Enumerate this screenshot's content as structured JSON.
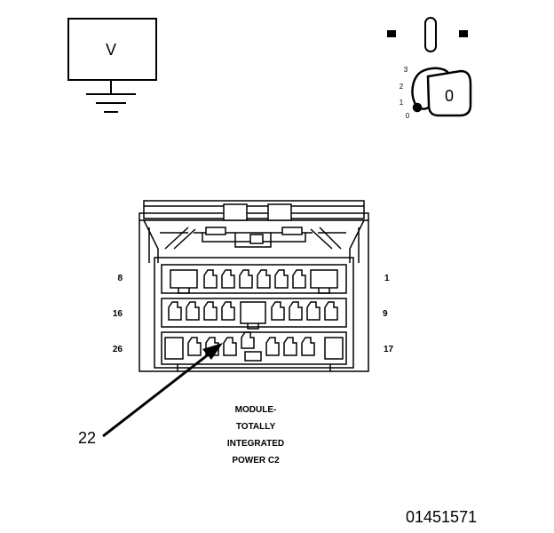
{
  "voltmeter": {
    "symbol": "V"
  },
  "ignition": {
    "positions": [
      "3",
      "2",
      "1",
      "0"
    ],
    "key_label": "0"
  },
  "connector": {
    "pin_labels": {
      "row1_left": "8",
      "row1_right": "1",
      "row2_left": "16",
      "row2_right": "9",
      "row3_left": "26",
      "row3_right": "17"
    },
    "callout": "22"
  },
  "module_label": {
    "line1": "MODULE-",
    "line2": "TOTALLY",
    "line3": "INTEGRATED",
    "line4": "POWER C2"
  },
  "figure_id": "01451571"
}
